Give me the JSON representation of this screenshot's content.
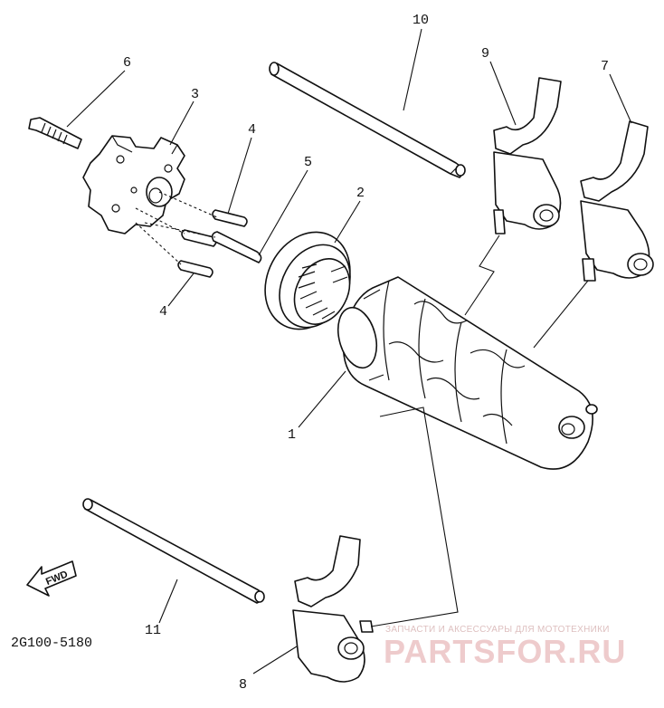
{
  "diagram": {
    "callouts": [
      {
        "id": "c1",
        "text": "1"
      },
      {
        "id": "c2",
        "text": "2"
      },
      {
        "id": "c3",
        "text": "3"
      },
      {
        "id": "c4a",
        "text": "4"
      },
      {
        "id": "c4b",
        "text": "4"
      },
      {
        "id": "c5",
        "text": "5"
      },
      {
        "id": "c6",
        "text": "6"
      },
      {
        "id": "c7",
        "text": "7"
      },
      {
        "id": "c8",
        "text": "8"
      },
      {
        "id": "c9",
        "text": "9"
      },
      {
        "id": "c10",
        "text": "10"
      },
      {
        "id": "c11",
        "text": "11"
      }
    ],
    "direction_label": "FWD",
    "drawing_ref": "2G100-5180"
  },
  "watermark": {
    "tagline": "ЗАПЧАСТИ И АКСЕССУАРЫ ДЛЯ МОТОТЕХНИКИ",
    "site": "PARTSFOR.RU"
  }
}
